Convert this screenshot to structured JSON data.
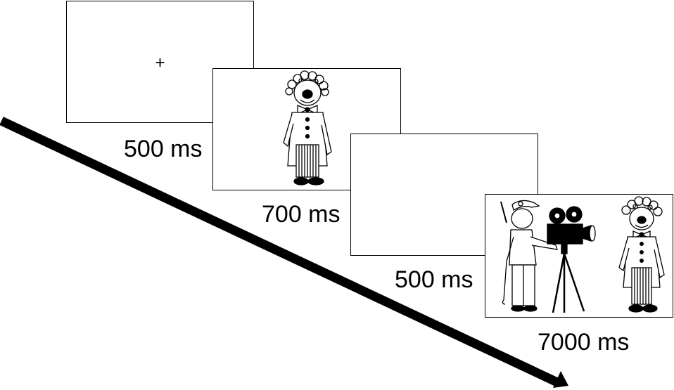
{
  "frames": [
    {
      "content": "+",
      "duration": "500 ms"
    },
    {
      "duration": "700 ms"
    },
    {
      "duration": "500 ms"
    },
    {
      "duration": "7000 ms"
    }
  ]
}
